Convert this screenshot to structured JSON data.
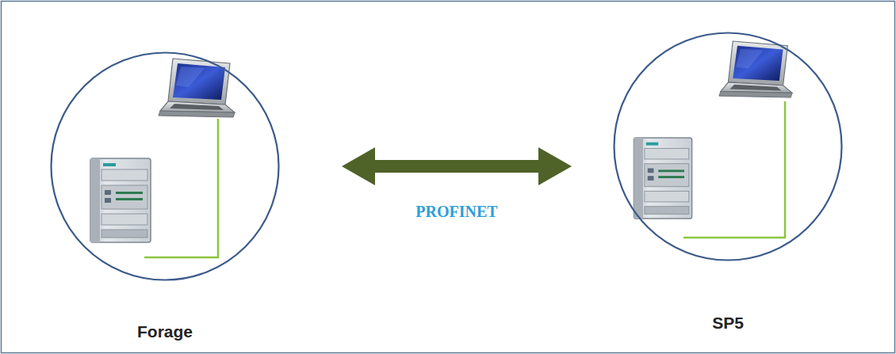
{
  "diagram": {
    "nodes": [
      {
        "text": [
          "Forage"
        ]
      },
      {
        "text": [
          "SP5"
        ]
      }
    ],
    "edges": [
      {
        "from": 0,
        "to": 1,
        "label": "PROFINET",
        "arrow": "both"
      }
    ]
  }
}
